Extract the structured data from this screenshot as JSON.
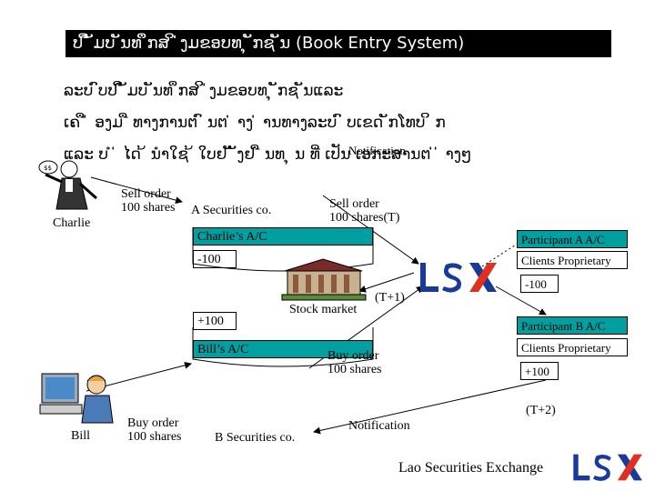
{
  "title": "ປ ື ັມບ ັນທ ຶກສ ິ ່ງມ​ຂອບທ ຸ ັກຊ ັນ (Book Entry System)",
  "intro": {
    "line1": "ລະບ ົບປ ື ັມບ ັນທ ຶກສ ິ ່ງມ​ຂອບທ ຸ ັກຊ ັນແລະ",
    "line2": "ເຄ ື ່ ອງມ ື ທາງການຕ ົ ນຕ ່ າງ ່ ານທາງລະບ ົ ບເຂດ ັກໂທບ ິ ກ",
    "line3": "ແລະ ບ ໍ ່ ໄດ ້ ນຳໃຊ ້ ໃບຢ ັ ັງຢ ື ນທ ຸ ນ ທີ່ ເປັນ ເອກະສານຕ ່ ່ າງໆ"
  },
  "labels": {
    "notification_top": "Notification",
    "charlie": "Charlie",
    "bill": "Bill",
    "sell_order_charlie": [
      "Sell order",
      "100 shares"
    ],
    "a_securities": "A Securities co.",
    "sell_order_exchange": [
      "Sell order",
      "100 shares(T)"
    ],
    "charlies_ac": "Charlie’s A/C",
    "minus_100_left": "-100",
    "stock_market": "Stock market",
    "t_plus_1": "(T+1)",
    "plus_100_left": "+100",
    "bills_ac": "Bill’s A/C",
    "buy_order_exchange": [
      "Buy order",
      "100 shares"
    ],
    "buy_order_bill": [
      "Buy order",
      "100 shares"
    ],
    "b_securities": "B Securities co.",
    "notification_bottom": "Notification",
    "participant_a": "Participant A A/C",
    "clients_proprietary_a": "Clients Proprietary",
    "minus_100_right": "-100",
    "participant_b": "Participant B A/C",
    "clients_proprietary_b": "Clients Proprietary",
    "plus_100_right": "+100",
    "t_plus_2": "(T+2)",
    "footer": "Lao Securities Exchange"
  },
  "colors": {
    "accent_green": "#00a0a0",
    "logo_blue": "#1a3a9a",
    "logo_red": "#e03020",
    "title_bg": "#000000"
  }
}
